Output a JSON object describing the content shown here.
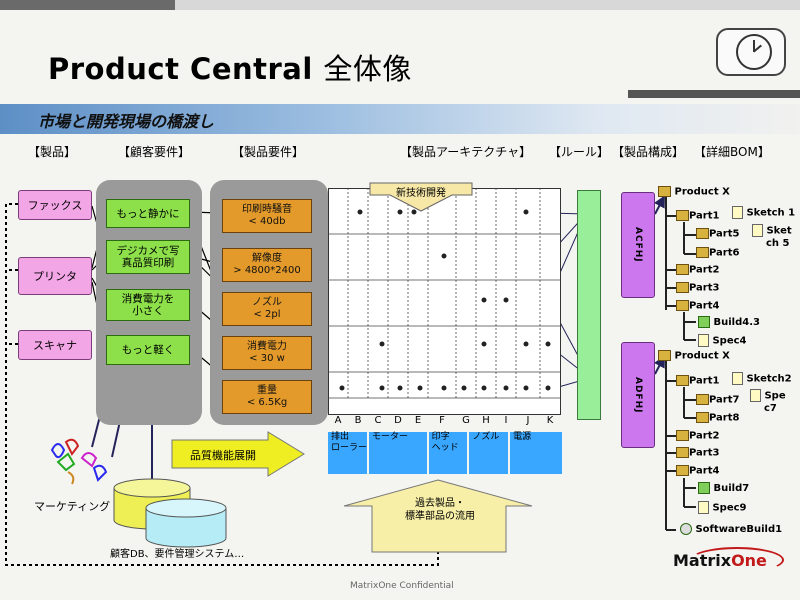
{
  "slide": {
    "title_en": "Product Central",
    "title_jp": "全体像",
    "subtitle": "市場と開発現場の橋渡し",
    "footer": "MatrixOne Confidential",
    "logo_main": "Matrix",
    "logo_accent": "One"
  },
  "headers": [
    "【製品】",
    "【顧客要件】",
    "【製品要件】",
    "【製品アーキテクチャ】",
    "【ルール】",
    "【製品構成】",
    "【詳細BOM】"
  ],
  "products": [
    "ファックス",
    "プリンタ",
    "スキャナ"
  ],
  "customer_requirements": [
    "もっと静かに",
    "デジカメで写真品質印刷",
    "消費電力を小さく",
    "もっと軽く"
  ],
  "customer_requirements_lines": [
    [
      "もっと静かに"
    ],
    [
      "デジカメで写",
      "真品質印刷"
    ],
    [
      "消費電力を",
      "小さく"
    ],
    [
      "もっと軽く"
    ]
  ],
  "product_requirements_lines": [
    [
      "印刷時騒音",
      "< 40db"
    ],
    [
      "解像度",
      "> 4800*2400"
    ],
    [
      "ノズル",
      "< 2pl"
    ],
    [
      "消費電力",
      "< 30 w"
    ],
    [
      "重量",
      "< 6.5Kg"
    ]
  ],
  "new_tech": "新技術開発",
  "quality": "品質機能展開",
  "marketing": "マーケティング",
  "customer_db": "顧客DB、要件管理システム…",
  "past_parts_lines": [
    "過去製品・",
    "標準部品の流用"
  ],
  "arch_columns": [
    "A",
    "B",
    "C",
    "D",
    "E",
    "F",
    "G",
    "H",
    "I",
    "J",
    "K"
  ],
  "arch_blocks": [
    {
      "label": "排出\nローラー"
    },
    {
      "label": "モーター"
    },
    {
      "label": "印字\nヘッド"
    },
    {
      "label": "ノズル"
    },
    {
      "label": "電源"
    }
  ],
  "config_boxes": [
    "ACFHJ",
    "ADFHJ"
  ],
  "bom1": {
    "root": "Product X",
    "items": [
      "Part1",
      "Sketch 1",
      "Part5",
      "Sket",
      "ch 5",
      "Part6",
      "Part2",
      "Part3",
      "Part4",
      "Build4.3",
      "Spec4"
    ]
  },
  "bom2": {
    "root": "Product X",
    "items": [
      "Part1",
      "Sketch2",
      "Part7",
      "Spe",
      "c7",
      "Part8",
      "Part2",
      "Part3",
      "Part4",
      "Build7",
      "Spec9",
      "SoftwareBuild1"
    ]
  }
}
